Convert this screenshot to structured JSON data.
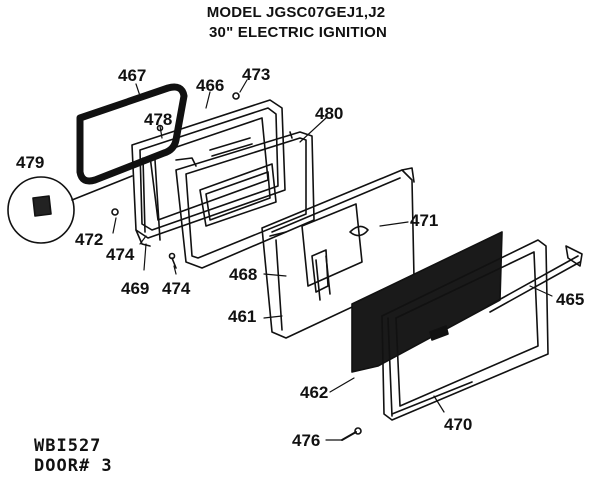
{
  "header": {
    "model": "MODEL JGSC07GEJ1,J2",
    "subtitle": "30\" ELECTRIC IGNITION"
  },
  "footer": {
    "code": "WBI527",
    "door": "DOOR# 3"
  },
  "parts": {
    "p467": "467",
    "p466": "466",
    "p473": "473",
    "p478": "478",
    "p480": "480",
    "p479": "479",
    "p472": "472",
    "p474a": "474",
    "p469": "469",
    "p474b": "474",
    "p471": "471",
    "p468": "468",
    "p461": "461",
    "p465": "465",
    "p462": "462",
    "p470": "470",
    "p476": "476"
  }
}
